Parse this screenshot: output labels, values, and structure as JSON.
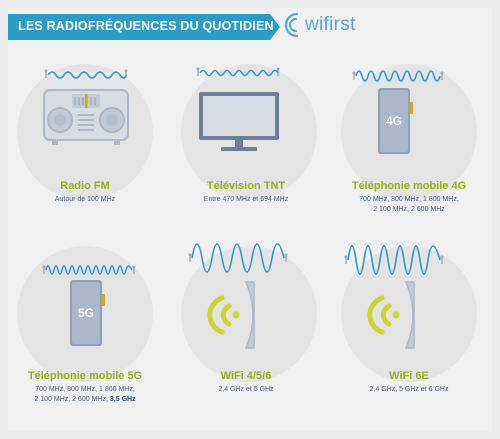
{
  "header": {
    "title": "LES RADIOFRÉQUENCES DU QUOTIDIEN",
    "logo_text": "wifirst"
  },
  "colors": {
    "banner": "#2b9bc7",
    "title_green": "#9aae16",
    "desc_blue": "#3f5a86",
    "wave": "#2b9bc7",
    "device": "#aab8c9",
    "wifi_arcs": "#cdd631"
  },
  "cards": [
    {
      "title": "Radio FM",
      "desc_lines": [
        "Autour de 100 MHz"
      ],
      "icon": "radio-icon"
    },
    {
      "title": "Télévision TNT",
      "desc_lines": [
        "Entre 470 MHz et 694 MHz"
      ],
      "icon": "tv-icon"
    },
    {
      "title": "Téléphonie mobile 4G",
      "device_label": "4G",
      "desc_lines": [
        "700 MHz, 800 MHz, 1 800 MHz,",
        "2 100 MHz, 2 600 MHz"
      ],
      "icon": "phone-icon"
    },
    {
      "title": "Téléphonie mobile  5G",
      "device_label": "5G",
      "desc_lines": [
        "700 MHz, 800 MHz, 1 800 MHz,",
        "2 100 MHz, 2 600 MHz, "
      ],
      "desc_highlight": "3,5 GHz",
      "icon": "phone-icon"
    },
    {
      "title": "WiFi 4/5/6",
      "desc_lines": [
        "2,4 GHz et 5 GHz"
      ],
      "icon": "wifi-router-icon"
    },
    {
      "title": "WiFi 6E",
      "desc_lines": [
        "2,4 GHz, 5 GHz et 6 GHz"
      ],
      "icon": "wifi-router-icon"
    }
  ]
}
